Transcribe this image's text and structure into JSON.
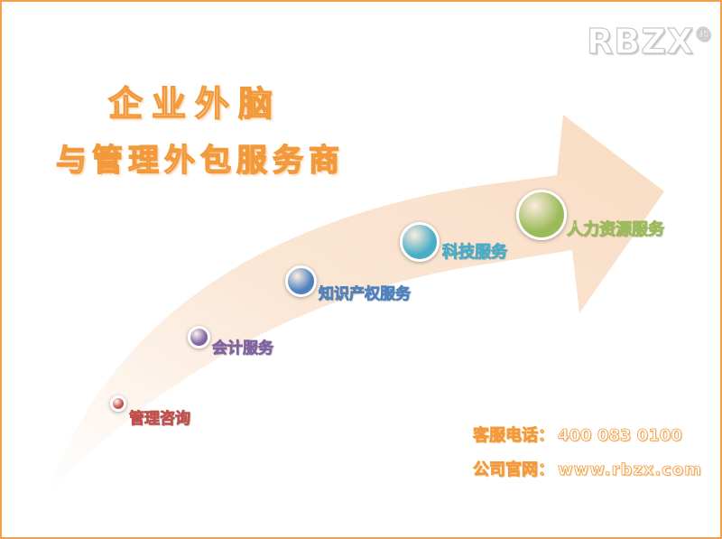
{
  "brand": {
    "logo_text": "RBZX",
    "registered_mark": "®"
  },
  "title": {
    "line1": "企业外脑",
    "line2": "与管理外包服务商"
  },
  "services": [
    {
      "label": "管理咨询",
      "color": "#c0504d",
      "text_color": "#c0504d"
    },
    {
      "label": "会计服务",
      "color": "#8064a2",
      "text_color": "#8064a2"
    },
    {
      "label": "知识产权服务",
      "color": "#4f81bd",
      "text_color": "#4f81bd"
    },
    {
      "label": "科技服务",
      "color": "#4bacc6",
      "text_color": "#4bacc6"
    },
    {
      "label": "人力资源服务",
      "color": "#9bbb59",
      "text_color": "#9bbb59"
    }
  ],
  "contact": {
    "phone_label": "客服电话：",
    "phone": "400 083 0100",
    "site_label": "公司官网：",
    "site": "www.rbzx.com"
  },
  "colors": {
    "accent": "#f29a3b",
    "arrow_fill": "#fbe3cf"
  }
}
